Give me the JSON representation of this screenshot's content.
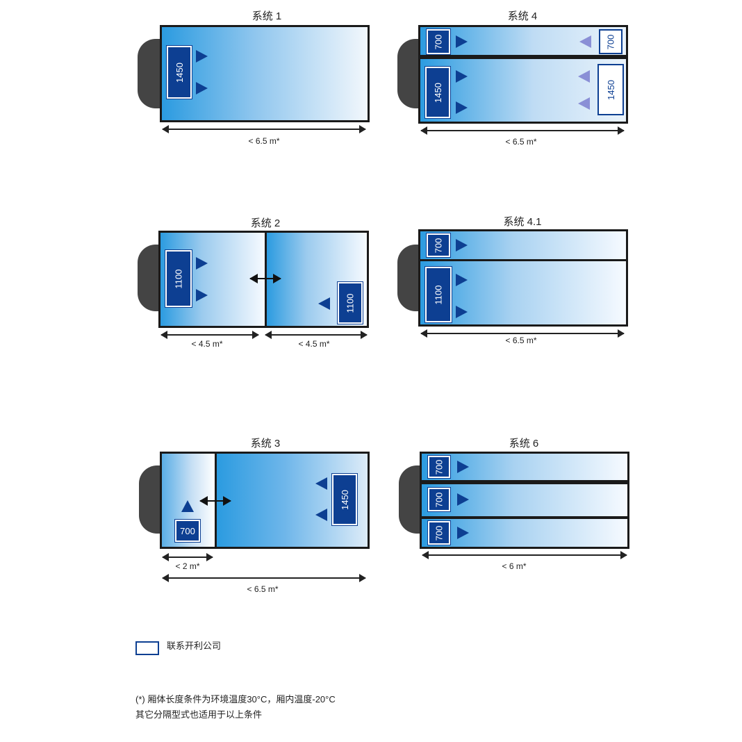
{
  "systems": {
    "s1": {
      "title": "系统 1",
      "unit_a": "1450",
      "dim": "< 6.5 m*"
    },
    "s2": {
      "title": "系统 2",
      "unit_a": "1100",
      "unit_b": "1100",
      "dim_a": "< 4.5 m*",
      "dim_b": "< 4.5 m*"
    },
    "s3": {
      "title": "系统 3",
      "unit_a": "1450",
      "unit_b": "700",
      "dim_a": "< 2 m*",
      "dim_b": "< 6.5 m*"
    },
    "s4": {
      "title": "系统 4",
      "unit_top_l": "700",
      "unit_top_r": "700",
      "unit_bot_l": "1450",
      "unit_bot_r": "1450",
      "dim": "< 6.5 m*"
    },
    "s41": {
      "title": "系统 4.1",
      "unit_top": "700",
      "unit_bot": "1100",
      "dim": "< 6.5 m*"
    },
    "s6": {
      "title": "系统 6",
      "unit_1": "700",
      "unit_2": "700",
      "unit_3": "700",
      "dim": "< 6 m*"
    }
  },
  "legend": {
    "label": "联系开利公司"
  },
  "footnote": {
    "line1": "(*) 厢体长度条件为环境温度30°C，厢内温度-20°C",
    "line2": "其它分隔型式也适用于以上条件"
  },
  "colors": {
    "unit_blue": "#0d3f92",
    "gradient_blue": "#2b9be0",
    "remote_lavender": "#8a8fd6"
  }
}
